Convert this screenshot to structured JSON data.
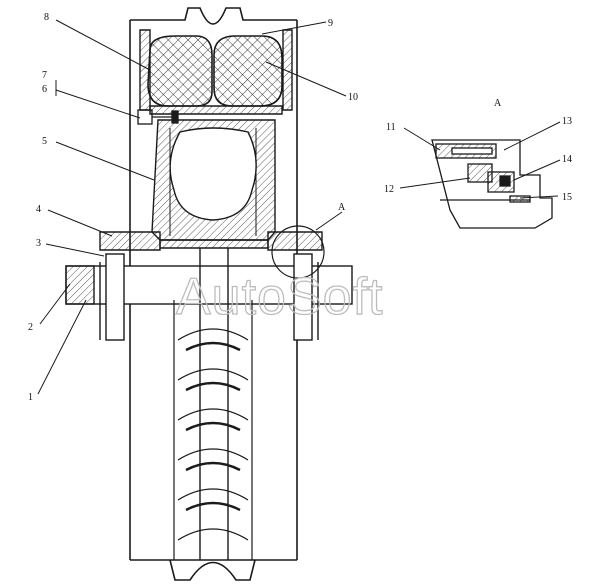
{
  "labels": {
    "l1": "1",
    "l2": "2",
    "l3": "3",
    "l4": "4",
    "l5": "5",
    "l6": "6",
    "l7": "7",
    "l8": "8",
    "l9": "9",
    "l10": "10",
    "l11": "11",
    "l12": "12",
    "l13": "13",
    "l14": "14",
    "l15": "15"
  },
  "detail_marker": "A",
  "detail_title": "A",
  "watermark": "AutoSoft",
  "colors": {
    "line": "#1a1a1a",
    "hatch": "#333333",
    "watermark": "#bdbdbd",
    "background": "#ffffff"
  }
}
